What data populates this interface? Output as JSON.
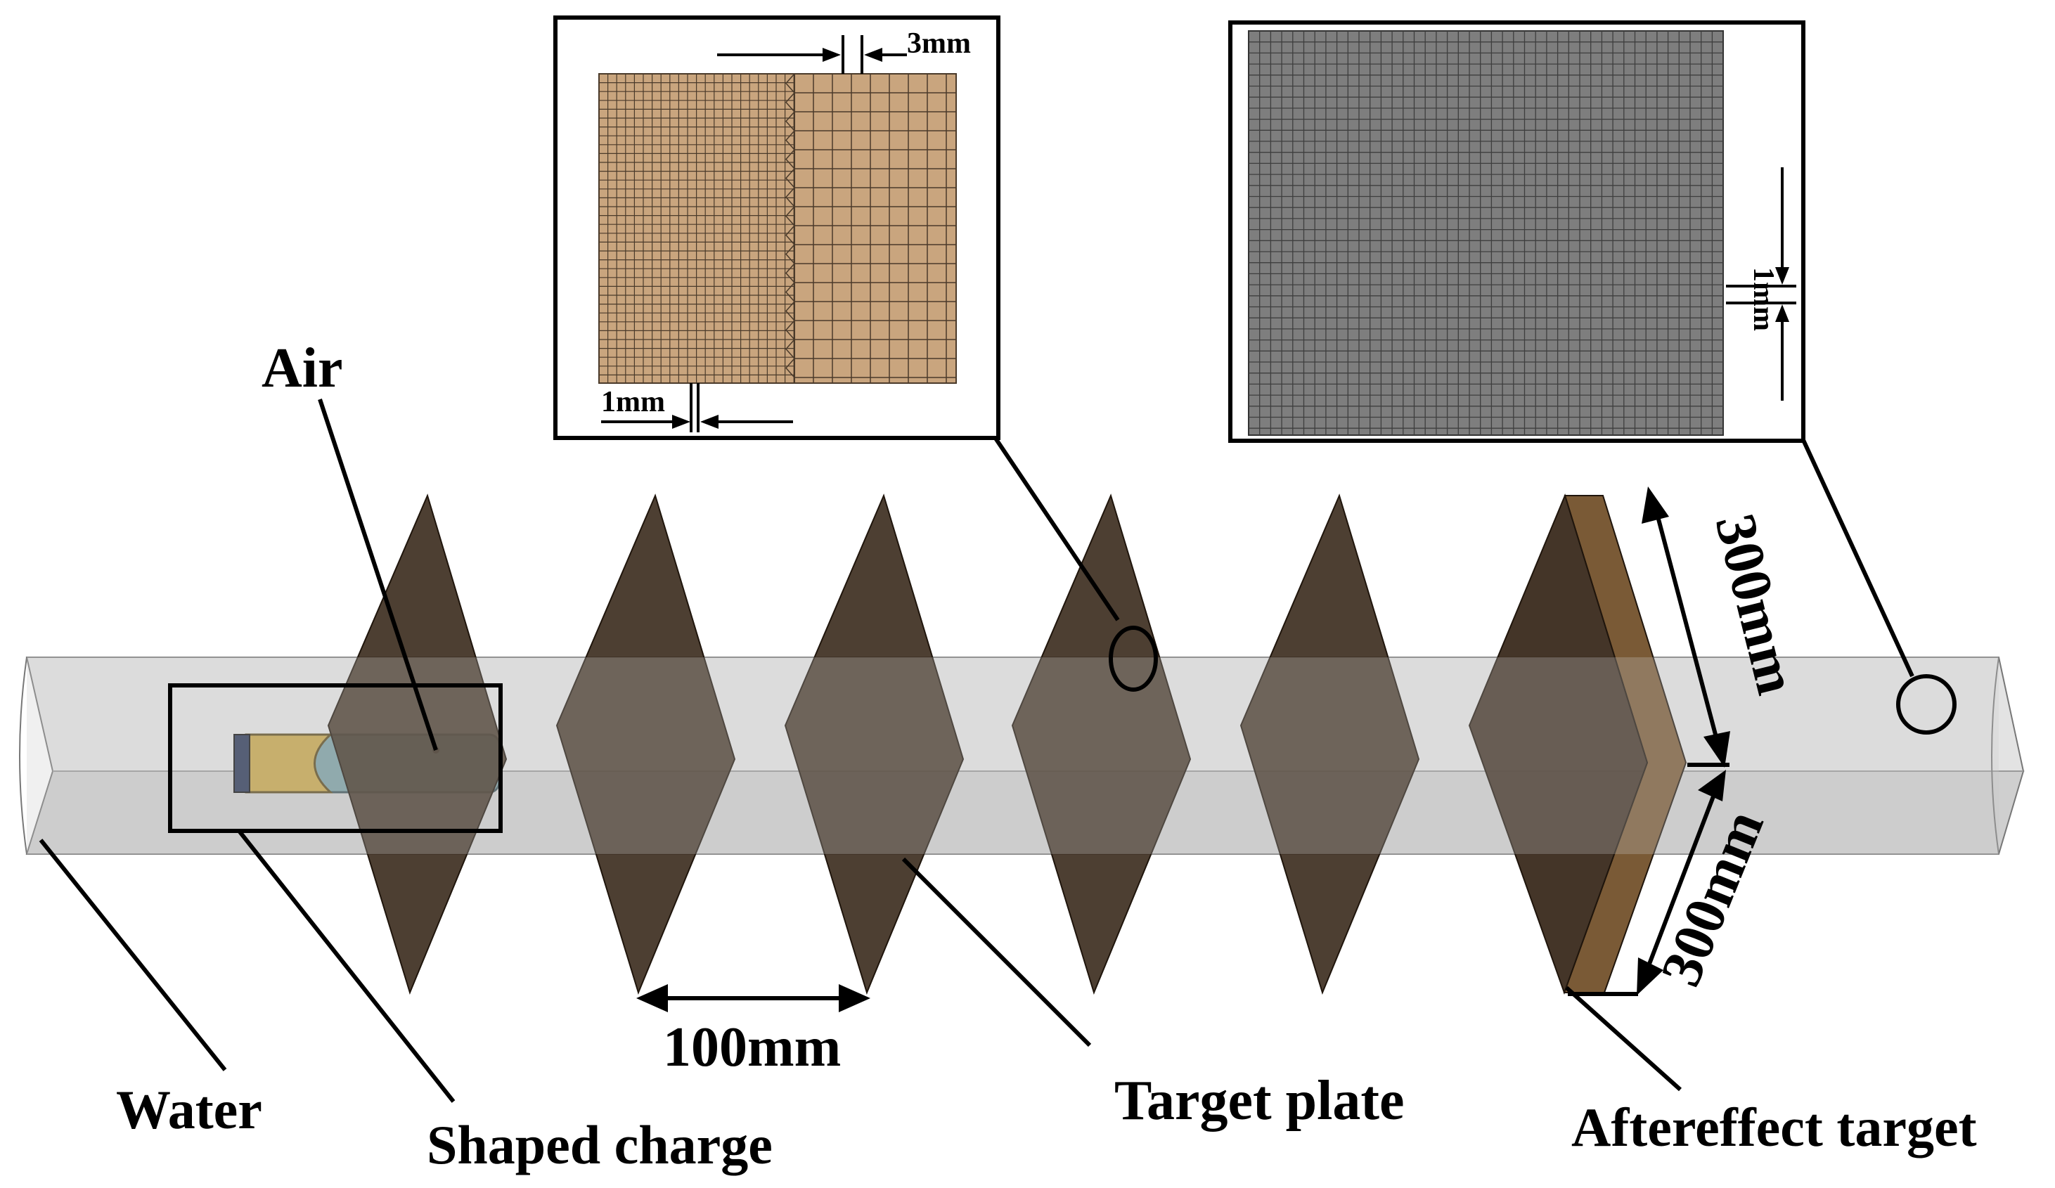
{
  "labels": {
    "air": "Air",
    "water": "Water",
    "shaped_charge": "Shaped charge",
    "target_plate": "Target plate",
    "aftereffect_target": "Aftereffect target"
  },
  "dimensions": {
    "spacing": "100mm",
    "width": "300mm",
    "height": "300mm",
    "coarse_mesh": "3mm",
    "fine_mesh_left": "1mm",
    "fine_mesh_right": "1mm"
  },
  "colors": {
    "target_plate": "#3a2a1c",
    "aftereffect_face": "#3a2a1c",
    "aftereffect_side": "#7a5a36",
    "water_tube": "#d4d4d4",
    "air_cylinder": "#7a9ea3",
    "explosive": "#c7a64a",
    "mesh_fill": "#c9a57e",
    "mesh_grey": "#7e7e7e"
  },
  "counts": {
    "target_plates": 6
  }
}
